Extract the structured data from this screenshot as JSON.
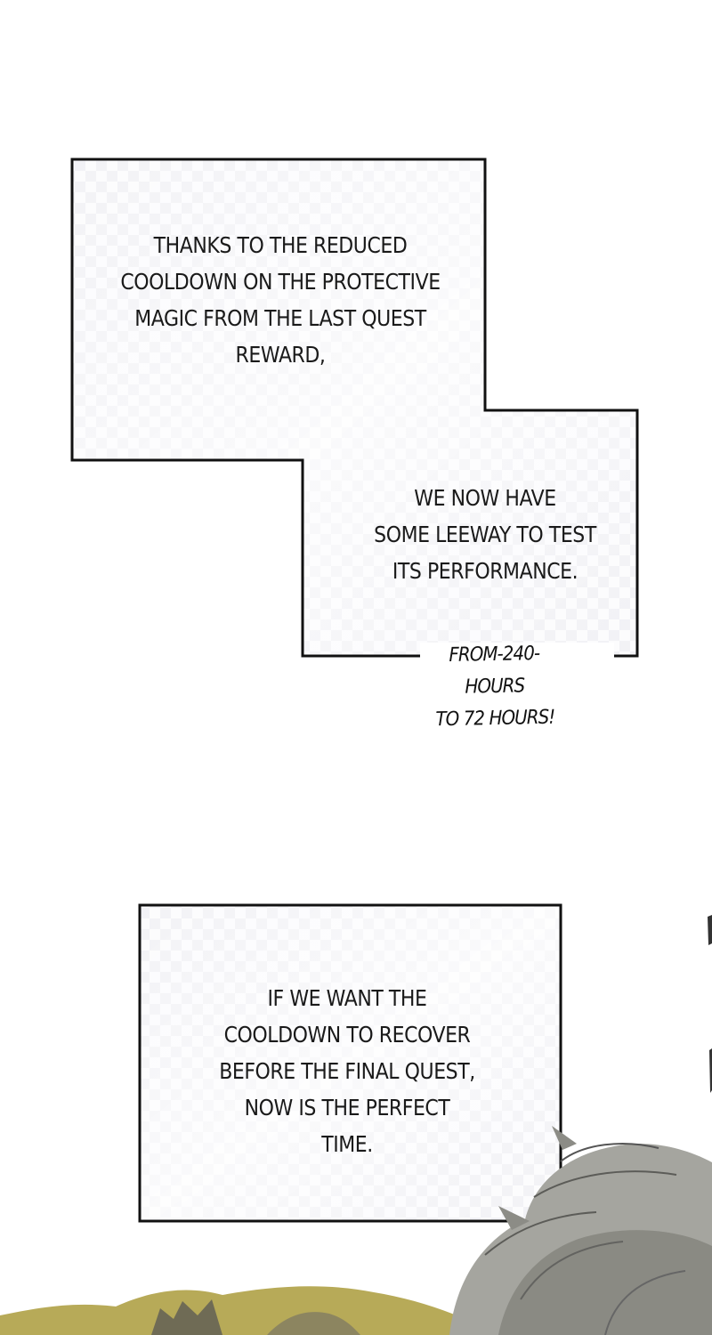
{
  "colors": {
    "page_background": "#ffffff",
    "box_border": "#111111",
    "box_fill": "#f7f7f9",
    "hair": "#8f8f8a",
    "bush": "#b8ab5a"
  },
  "panel": {
    "narration_1": "THANKS TO THE REDUCED\nCOOLDOWN ON THE PROTECTIVE\nMAGIC FROM THE LAST QUEST\nREWARD,",
    "narration_2": "WE NOW HAVE\nSOME LEEWAY TO TEST\nITS PERFORMANCE.",
    "annotation": "FROM-240-HOURS\nTO 72 HOURS!",
    "narration_3": "IF WE WANT THE\nCOOLDOWN TO RECOVER\nBEFORE THE FINAL QUEST,\nNOW IS THE PERFECT\nTIME."
  },
  "illustration": {
    "subject": "character-hair",
    "foreground": "foliage"
  }
}
